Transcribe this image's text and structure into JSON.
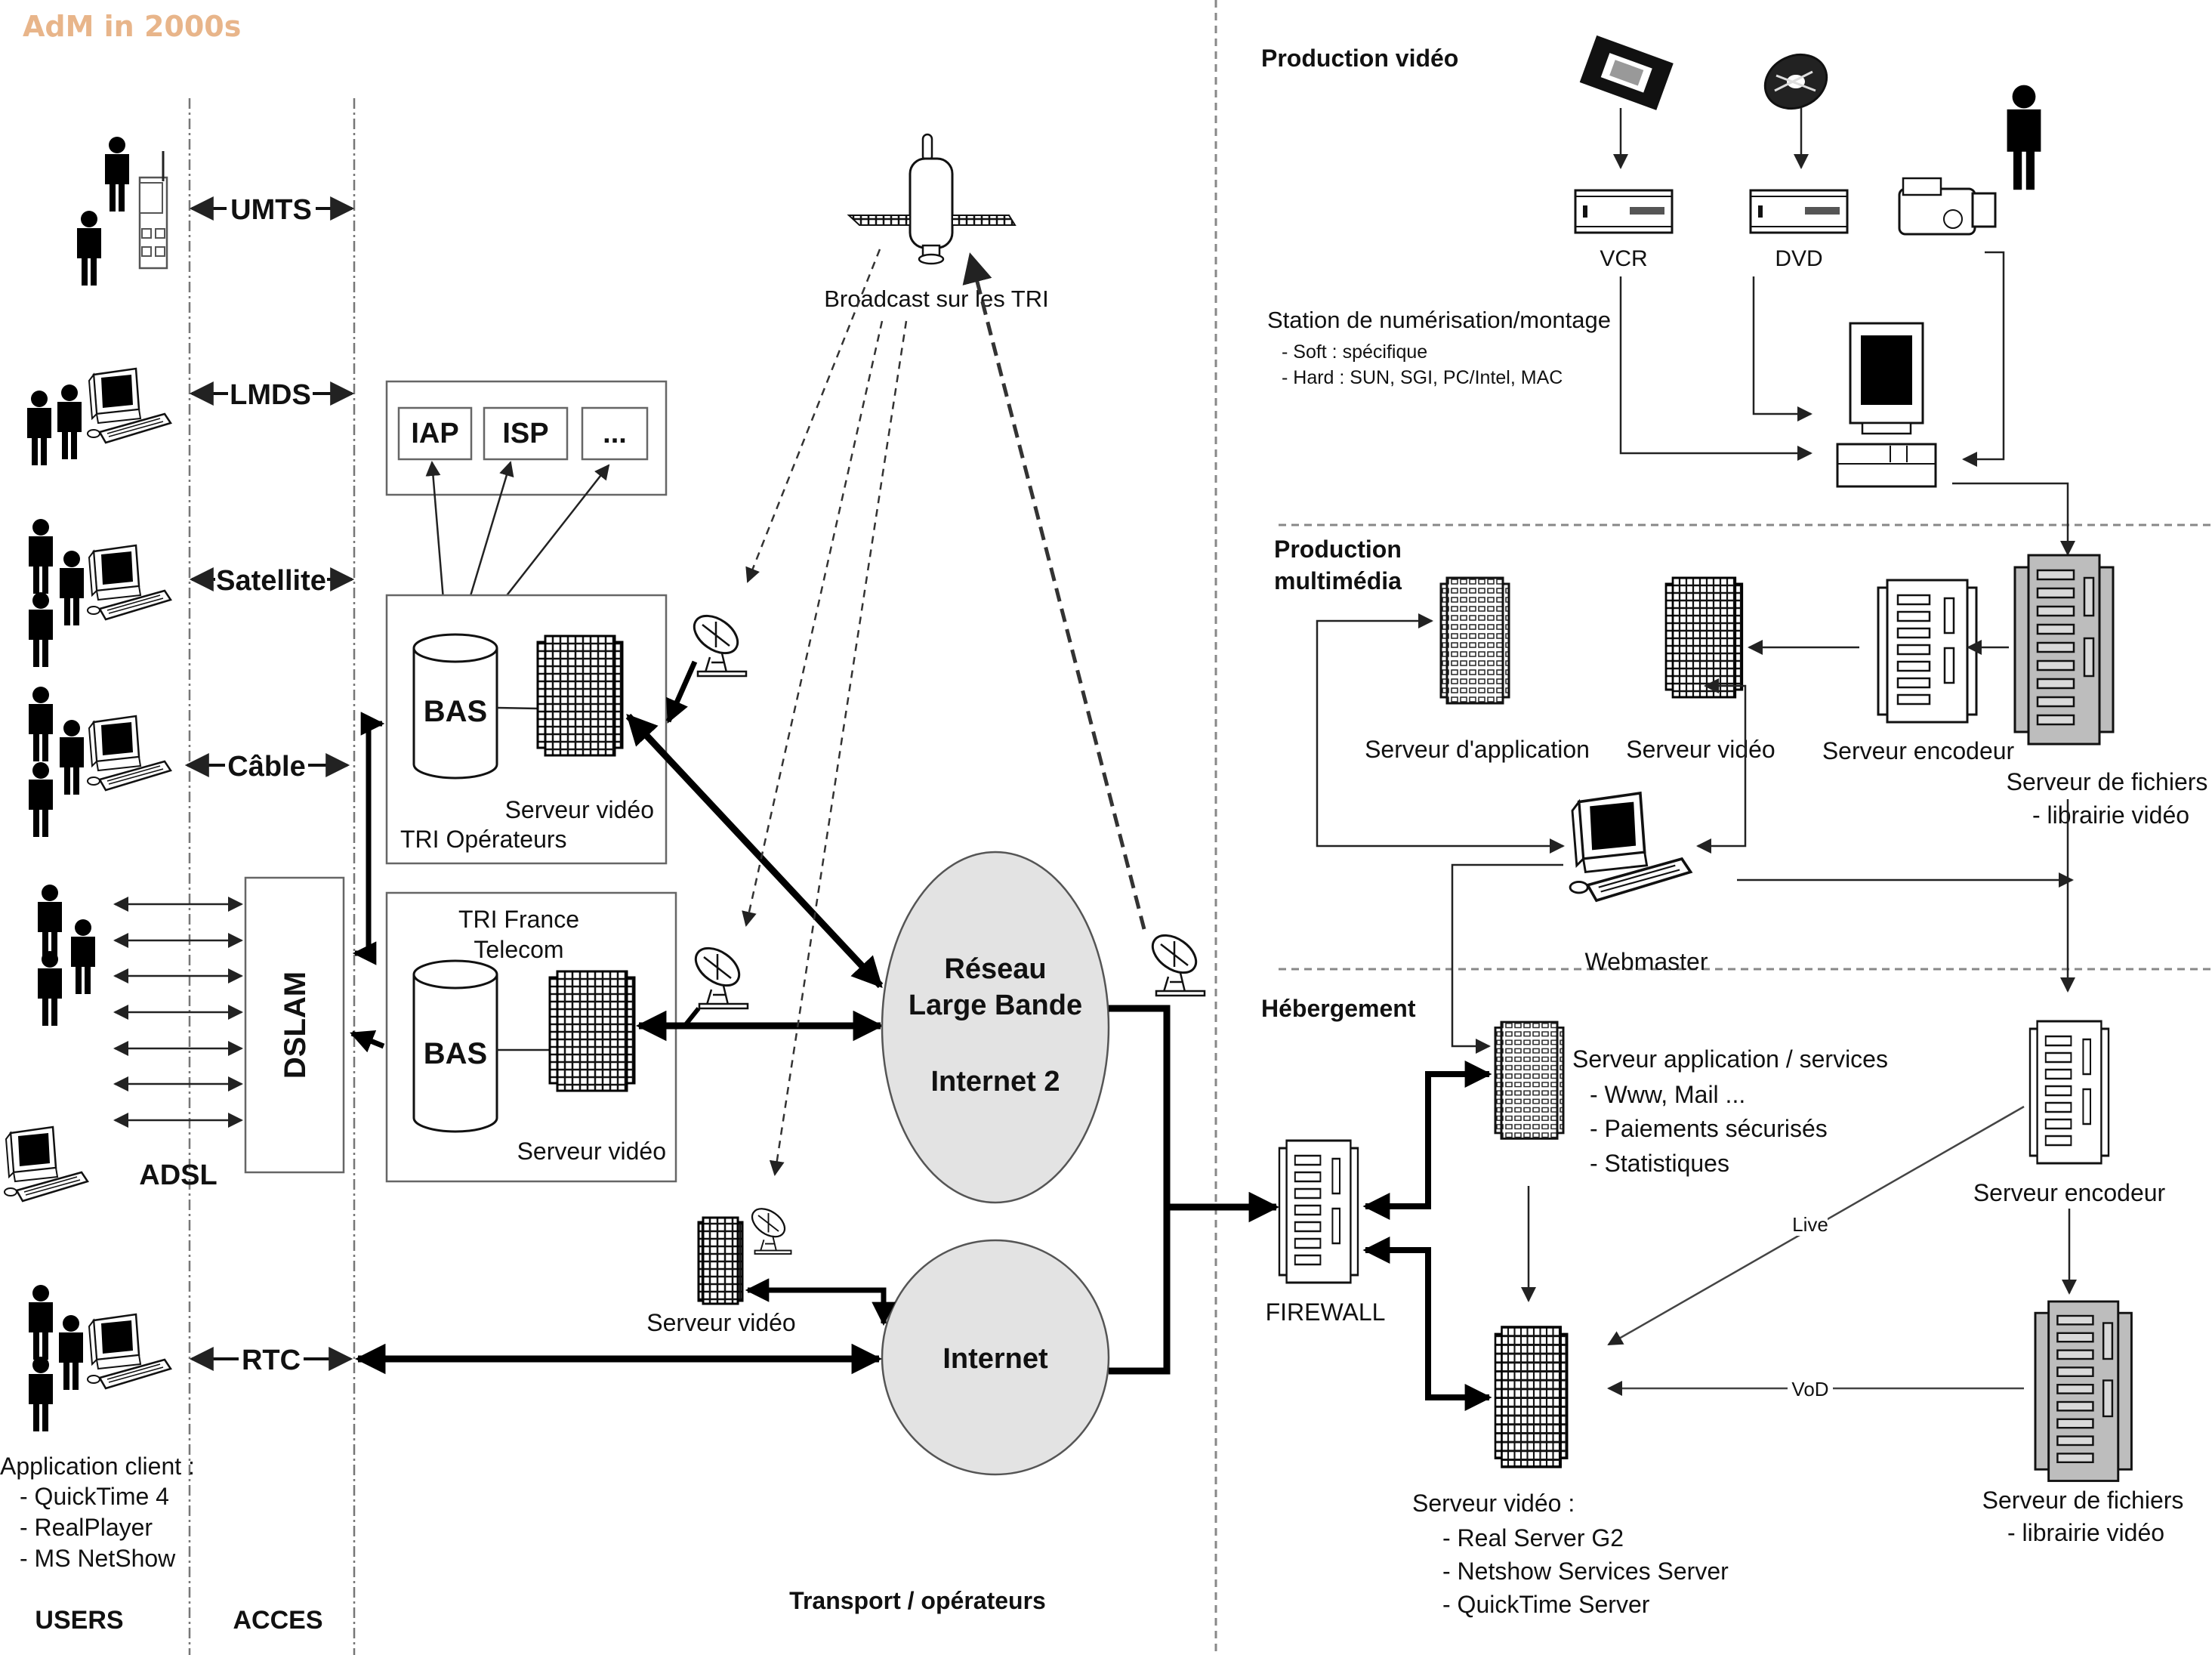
{
  "title": "AdM in 2000s",
  "title_color": "#e8b58a",
  "columns": {
    "users": "USERS",
    "acces": "ACCES",
    "transport": "Transport / opérateurs"
  },
  "access_links": {
    "umts": "UMTS",
    "lmds": "LMDS",
    "satellite": "Satellite",
    "cable": "Câble",
    "adsl": "ADSL",
    "rtc": "RTC",
    "dslam": "DSLAM"
  },
  "client_apps": {
    "heading": "Application client :",
    "items": [
      "- QuickTime 4",
      "- RealPlayer",
      "- MS NetShow"
    ]
  },
  "providers": {
    "iap": "IAP",
    "isp": "ISP",
    "more": "..."
  },
  "tri_operateurs": {
    "label": "TRI Opérateurs",
    "bas": "BAS",
    "server": "Serveur vidéo"
  },
  "tri_ft": {
    "label_line1": "TRI France",
    "label_line2": "Telecom",
    "bas": "BAS",
    "server": "Serveur vidéo"
  },
  "broadcast": "Broadcast sur les TRI",
  "networks": {
    "broadband_line1": "Réseau",
    "broadband_line2": "Large Bande",
    "broadband_line3": "Internet 2",
    "internet": "Internet",
    "internet_server": "Serveur vidéo"
  },
  "production_video": {
    "heading": "Production vidéo",
    "vcr": "VCR",
    "dvd": "DVD",
    "station": "Station de numérisation/montage",
    "soft": "- Soft : spécifique",
    "hard": "- Hard : SUN, SGI, PC/Intel, MAC"
  },
  "production_multimedia": {
    "heading_line1": "Production",
    "heading_line2": "multimédia",
    "app_server": "Serveur d'application",
    "video_server": "Serveur vidéo",
    "encoder": "Serveur encodeur",
    "file_server": "Serveur de fichiers",
    "file_server_sub": "- librairie vidéo",
    "webmaster": "Webmaster"
  },
  "hebergement": {
    "heading": "Hébergement",
    "firewall": "FIREWALL",
    "app_services": "Serveur application / services",
    "app_items": [
      "- Www, Mail ...",
      "- Paiements sécurisés",
      "- Statistiques"
    ],
    "encoder": "Serveur encodeur",
    "live": "Live",
    "vod": "VoD",
    "video_server": "Serveur vidéo :",
    "video_items": [
      "- Real Server G2",
      "- Netshow Services Server",
      "- QuickTime Server"
    ],
    "file_server": "Serveur de fichiers",
    "file_server_sub": "- librairie vidéo"
  }
}
